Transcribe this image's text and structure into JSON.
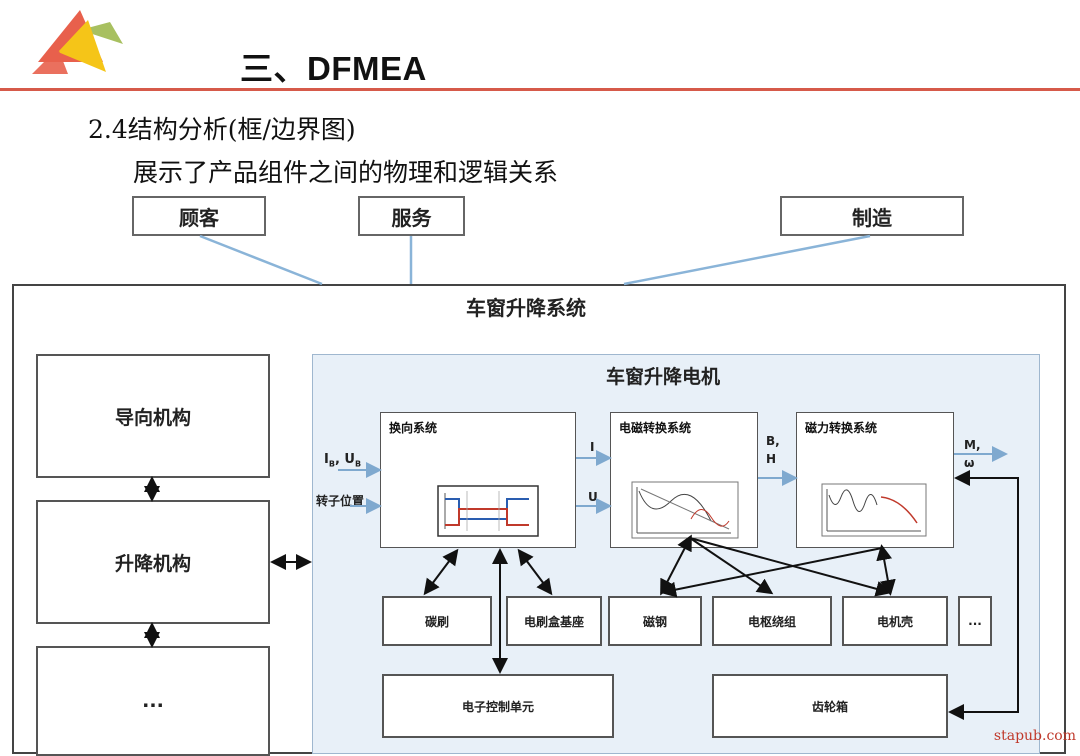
{
  "header": {
    "title": "三、DFMEA",
    "subtitle1": "2.4结构分析(框/边界图)",
    "subtitle2": "展示了产品组件之间的物理和逻辑关系"
  },
  "stakeholders": [
    "顾客",
    "服务",
    "制造"
  ],
  "system": {
    "name": "车窗升降系统",
    "left_blocks": [
      "导向机构",
      "升降机构",
      "..."
    ]
  },
  "motor": {
    "name": "车窗升降电机",
    "subsystems": [
      "换向系统",
      "电磁转换系统",
      "磁力转换系统"
    ],
    "components": [
      "碳刷",
      "电刷盒基座",
      "磁钢",
      "电枢绕组",
      "电机壳",
      "..."
    ],
    "bottom_components": [
      "电子控制单元",
      "齿轮箱"
    ],
    "signals": {
      "input1": "I",
      "input1_sub": "B",
      "input1_mid": ", U",
      "input1_sub2": "B",
      "input2": "转子位置",
      "i": "I",
      "u": "U",
      "bh": "B,\nH",
      "b": "B,",
      "h": "H",
      "m": "M,",
      "w": "ω"
    }
  },
  "colors": {
    "accent_rule": "#d65a4a",
    "connector_blue": "#8ab4d8",
    "motor_fill": "#e8f0f8",
    "logo": [
      "#e8604c",
      "#f5c518",
      "#a8c060"
    ]
  },
  "watermark": "stapub.com"
}
